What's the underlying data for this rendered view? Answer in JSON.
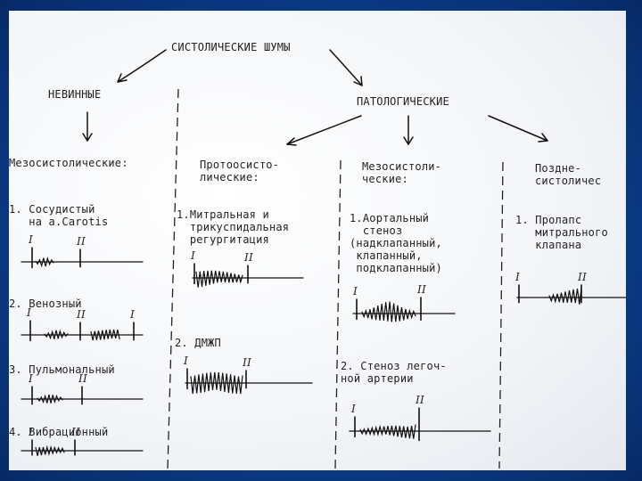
{
  "title": "СИСТОЛИЧЕСКИЕ ШУМЫ",
  "branches": {
    "innocent": "НЕВИННЫЕ",
    "pathological": "ПАТОЛОГИЧЕСКИЕ"
  },
  "columns": {
    "mesosystolic_innocent": "Мезосистолические:",
    "protosystolic": "Протоосисто-\nлические:",
    "mesosystolic": "Мезосистоли-\nческие:",
    "late_systolic": "Поздне-\nсистоличес"
  },
  "items": {
    "vascular": "1. Сосудистый\n   на a.Carotis",
    "venous": "2. Венозный",
    "pulmonary": "3. Пульмональный",
    "vibrational": "4. Вибрационный",
    "mitral": "1.Митральная и\n  трикуспидальная\n  регургитация",
    "vsd": "2. ДМЖП",
    "aortic": "1.Аортальный\n  стеноз\n(надклапанный,\n клапанный,\n подклапанный)",
    "pulm_stenosis": "2. Стеноз легоч-\nной артерии",
    "prolapse": "1. Пролапс\n   митрального\n   клапана"
  },
  "tone_labels": {
    "first": "I",
    "second": "II"
  },
  "colors": {
    "background": "#0c3f8e",
    "paper": "#f4f6f9",
    "ink": "#111111"
  }
}
